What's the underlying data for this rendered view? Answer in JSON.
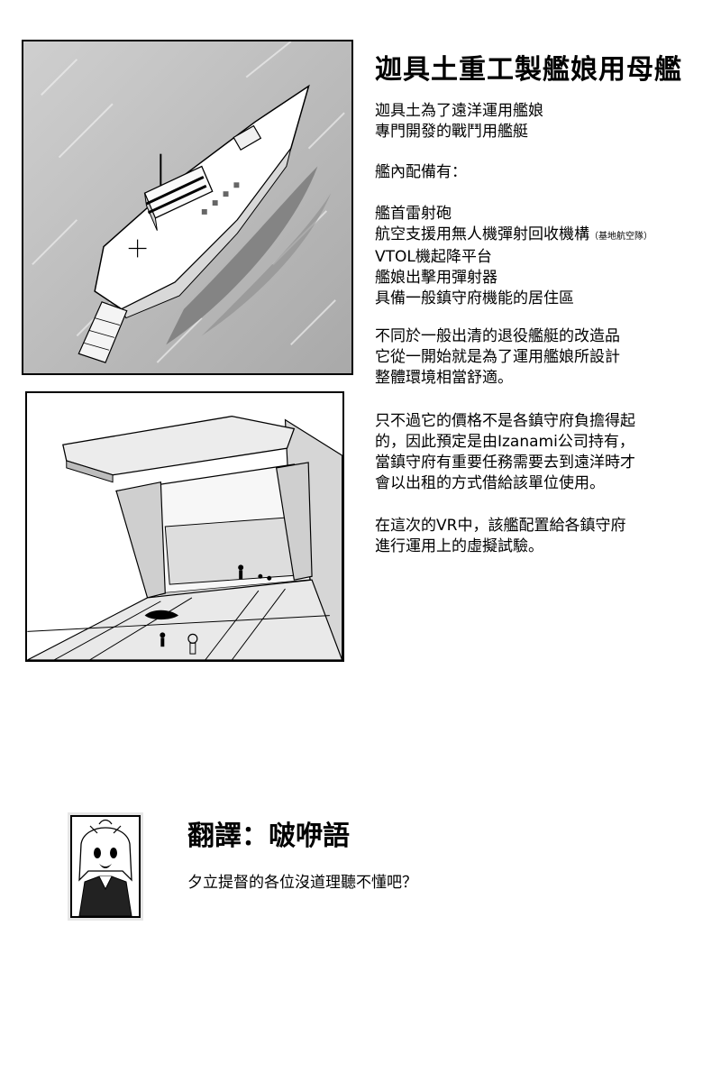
{
  "title": "迦具土重工製艦娘用母艦",
  "description": {
    "intro_lines": [
      "迦具土為了遠洋運用艦娘",
      "專門開發的戰鬥用艦艇"
    ],
    "equipment_heading": "艦內配備有：",
    "equipment_lines": [
      {
        "text": "艦首雷射砲",
        "note": ""
      },
      {
        "text": "航空支援用無人機彈射回收機構",
        "note": "（基地航空隊）"
      },
      {
        "text": "VTOL機起降平台",
        "note": ""
      },
      {
        "text": "艦娘出擊用彈射器",
        "note": ""
      },
      {
        "text": "具備一般鎮守府機能的居住區",
        "note": ""
      }
    ],
    "design_lines": [
      "不同於一般出清的退役艦艇的改造品",
      "它從一開始就是為了運用艦娘所設計",
      "整體環境相當舒適。"
    ],
    "cost_lines": [
      "只不過它的價格不是各鎮守府負擔得起",
      "的，因此預定是由Izanami公司持有，",
      "當鎮守府有重要任務需要去到遠洋時才",
      "會以出租的方式借給該單位使用。"
    ],
    "vr_lines": [
      "在這次的VR中，該艦配置給各鎮守府",
      "進行運用上的虛擬試驗。"
    ]
  },
  "translator": {
    "title": "翻譯：啵咿語",
    "comment": "夕立提督的各位沒道理聽不懂吧？"
  }
}
